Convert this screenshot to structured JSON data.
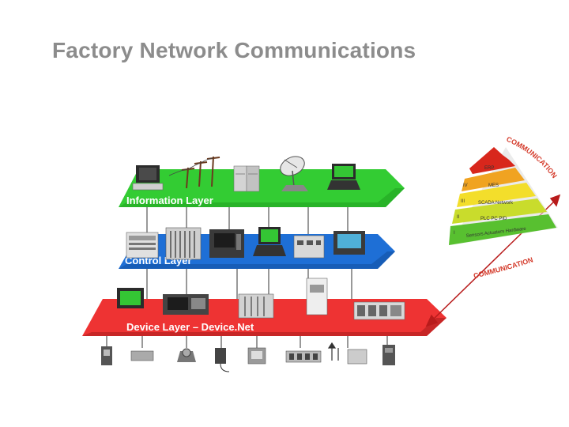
{
  "title": "Factory Network Communications",
  "layers": [
    {
      "label": "Information Layer",
      "color": "#33cc33"
    },
    {
      "label": "Control Layer",
      "color": "#1e6fd6"
    },
    {
      "label": "Device Layer – Device.Net",
      "color": "#ee3333"
    }
  ],
  "pyramid": {
    "levels": [
      {
        "code": "ERP",
        "color": "#d8271c"
      },
      {
        "code": "MES",
        "color": "#f0a321"
      },
      {
        "code": "SCADA Network",
        "color": "#f3de2b"
      },
      {
        "code": "PLC  PC  PID",
        "color": "#c9dc2c"
      },
      {
        "code": "Sensors  Actuators  Hardware",
        "color": "#58c030"
      }
    ],
    "side_labels": [
      "IV",
      "III",
      "II",
      "I"
    ],
    "arc_top": "COMMUNICATION",
    "arc_bottom": "COMMUNICATION"
  },
  "colors": {
    "title": "#8c8c8c",
    "connector": "#555555",
    "accent_arrow": "#b81b1b"
  },
  "icons": [
    "computer-icon",
    "power-pole-icon",
    "server-icon",
    "satellite-dish-icon",
    "laptop-icon",
    "plc-rack-icon",
    "monitor-icon",
    "drive-icon",
    "sensor-icon",
    "valve-icon",
    "motor-icon",
    "io-block-icon"
  ]
}
